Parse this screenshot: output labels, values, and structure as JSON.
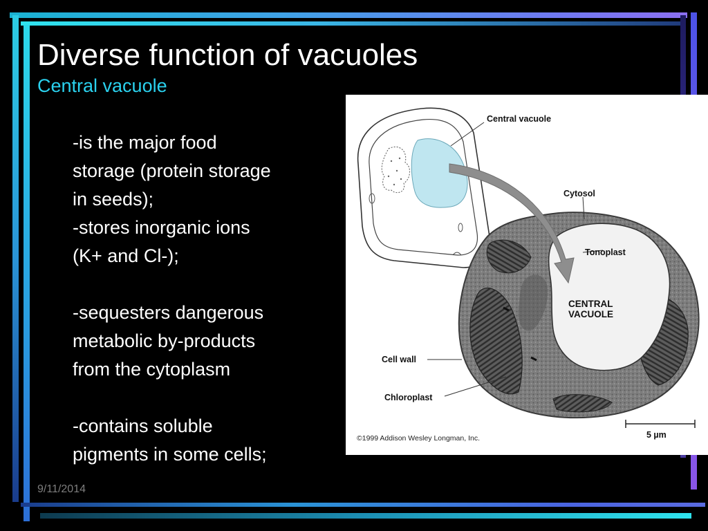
{
  "slide": {
    "title": "Diverse function of vacuoles",
    "subtitle": "Central vacuole",
    "body_lines": [
      "-is the major food",
      "storage (protein storage",
      "in seeds);",
      "-stores inorganic ions",
      "(K+ and Cl-);",
      "",
      "-sequesters dangerous",
      "metabolic by-products",
      "from the cytoplasm",
      "",
      "-contains soluble",
      "pigments in some cells;"
    ],
    "date": "9/11/2014"
  },
  "figure": {
    "labels": {
      "central_vacuole": "Central vacuole",
      "cytosol": "Cytosol",
      "tonoplast": "Tonoplast",
      "central_vacuole_big_1": "CENTRAL",
      "central_vacuole_big_2": "VACUOLE",
      "cell_wall": "Cell wall",
      "chloroplast": "Chloroplast",
      "scale": "5 µm",
      "copyright": "©1999 Addison Wesley Longman, Inc."
    },
    "colors": {
      "vacuole_fill": "#bfe6f0",
      "arrow": "#8e8e8e"
    }
  },
  "theme": {
    "background": "#000000",
    "accent_cyan": "#2ad1ee",
    "accent_blue": "#5a6be0",
    "accent_purple": "#7a55e0"
  }
}
